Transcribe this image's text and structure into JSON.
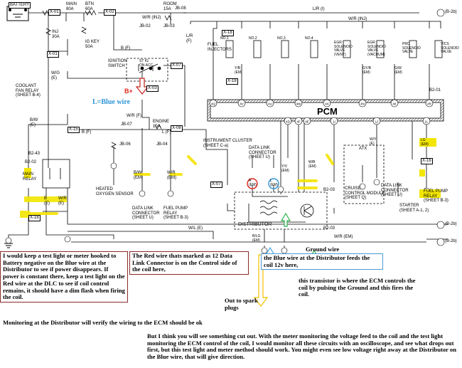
{
  "colors": {
    "highlight": "#f5e400",
    "red_marker": "#e0241b",
    "blue_marker": "#2f95d6",
    "red_arrow": "#c8201a",
    "yellow_arrow": "#f2c200",
    "blue_arrow": "#4aa8e0",
    "green_arrow": "#2bb24a",
    "lg_highlight": "#f2e600"
  },
  "icons": [
    "battery-symbol",
    "ground-symbol",
    "coil-symbol",
    "transistor-symbol",
    "relay-coil-symbol",
    "fuse-symbol",
    "injector-symbol",
    "solenoid-valve-symbol",
    "arrow-icon"
  ],
  "diagram": {
    "battery": "BATTERY",
    "main_fuse": "MAIN\n80A",
    "btn_fuse": "BTN\n60A",
    "room_fuse": "ROOM\n15A",
    "inj_fuse": "INJ\n30A",
    "ig_key_fuse": "IG KEY\n50A",
    "engine_fuse": "ENGINE\n10A",
    "x01": "X-01",
    "x01b": "X-01",
    "x02": "X-02",
    "x03": "X-03",
    "x07": "X-07",
    "x07b": "X-07",
    "x08": "X-08",
    "x15": "X-15",
    "x16": "X-16",
    "x16b": "X-16",
    "x18": "X-18",
    "x18b": "X-18",
    "jb08": "JB-08",
    "jb02": "JB-02",
    "jb03": "JB-03",
    "jb04": "JB-04",
    "jb07": "JB-07",
    "jb06": "JB-06",
    "ignition_switch": "IGNITION\nSWITCH",
    "ig_positions": "ST  IG\nON  ACC",
    "coolant_fan_relay": "COOLANT\nFAN RELAY\n(SHEET B-4)",
    "main_relay": "MAIN\nRELAY",
    "b02_43": "B2-43",
    "b02_02": "B2-02",
    "ho2s": "HEATED\nOXYGEN SENSOR",
    "data_link_connector_left": "DATA LINK\nCONNECTOR\n(SHEET U)",
    "fuel_pump_relay_left": "FUEL PUMP\nRELAY\n(SHEET B-3)",
    "fuel_injectors": "FUEL\nINJECTORS",
    "inj_no1": "NO.1",
    "inj_no2": "NO.2",
    "inj_no3": "NO.3",
    "inj_no4": "NO.4",
    "egr_vent": "EGR\nSOLENOID\nVALVE\n(VENT)",
    "egr_vacuum": "EGR\nSOLENOID\nVALVE\n(VACUUM)",
    "prc_valve": "PRC\nSOLENOID\nVALVE",
    "vics_valve": "VICS\nSOLENOID\nVALVE",
    "pcm": "PCM",
    "instrument_cluster": "INSTRUMENT CLUSTER\n(SHEET C-a)",
    "data_link_connector_mid": "DATA LINK\nCONNECTOR\n(SHEET U)",
    "distributor": "DISTRIBUTOR",
    "atx": "ATX",
    "cruise_module": "CRUISE\nCONTROL MODULE\n(SHEET Q)",
    "data_link_connector_right": "DATA LINK\nCONNECTOR\n(SHEET U)",
    "starter": "STARTER\n(SHEET A-1, 2)",
    "fuel_pump_relay_right": "FUEL PUMP\nRELAY\n(SHEET B-3)",
    "b2b": "(B-2b)",
    "b2b2": "(B-2b)",
    "b2b3": "(B-2b)",
    "sheet_b2b_top": "B-2b",
    "b02_01": "B2-01",
    "b02_03": "B2-03",
    "b02_03b": "B2-03",
    "pins_top": [
      "4Q",
      "4V",
      "4U",
      "4W",
      "4X",
      "4N",
      "4K",
      "4R",
      "4O",
      "4P",
      "4L"
    ],
    "pins_mid": [
      "4D",
      "4F",
      "4E",
      "1I",
      "1J",
      "1L"
    ],
    "wire_labels": {
      "l_r": "L/R (I)",
      "w_r_inj": "W/R (INJ)",
      "w_r_inj_top": "W/R (INJ)",
      "b_f": "B (F)",
      "w_r_f": "W/R (F)",
      "l_r_f": "L/R\n(F)",
      "w_g_e": "W/G\n(E)",
      "b_w_e": "B/W\n(E)",
      "b_w_em": "B/W\n(EM)",
      "w_r_em": "W/R\n(EM)",
      "y_b_em": "Y/B\n(EM)",
      "gy_b_em": "GY/B\n(EM)",
      "g_w_em": "G/W\n(EM)",
      "r_em": "R\n(EM)",
      "l_em": "L\n(EM)",
      "y_v_em": "Y/V\n(EM)",
      "w_b_em": "W/B\n(EM)",
      "b_lg_em": "B/LG\n(EM)",
      "w_y_e": "W/Y\n(E)",
      "lg_em": "LG\n(EM)",
      "w_l_e": "W/L (E)",
      "l_f": "L (F)",
      "b_f2": "B (F)",
      "b_e": "B\n(E)",
      "w_r_e": "W/R\n(E)",
      "w_r_emb": "W/R (EM)"
    }
  },
  "annotations": {
    "b_plus": "B+",
    "blue_wire": "L=Blue wire",
    "test_light": "I would keep a test light or meter hooked to Battery negative on the Blue wire at the Distributor to see if power disappears. If power is constant there, keep a test light on the Red wire at the DLC to see if coil control remains, it should have a dim flash when firing the coil.",
    "monitoring": "Monitoring at the Distributor will verify the wiring to the ECM should be ok",
    "red_wire": "The Red wire thats marked as 12 Data Link Connector is on the Control side of the coil here,",
    "out_to_plugs": "Out to spark plugs",
    "ground_wire": "Ground wire",
    "blue_feed": "the Blue wire at the Distributor feeds the coil 12v here,",
    "transistor": "this transistor is where the ECM controls the coil by pulsing the Ground and this fires the coil.",
    "but_i_think": "But I think you will see something cut out. With the meter monitoring the voltage feed to the coil and the test light monitoring the ECM control of the coil, I would monitor all these circuits with an oscilloscope, and see what drops out first, but this test light and meter method should work. You might even see low voltage right away at the Distributor on the Blue wire, that will give direction."
  }
}
